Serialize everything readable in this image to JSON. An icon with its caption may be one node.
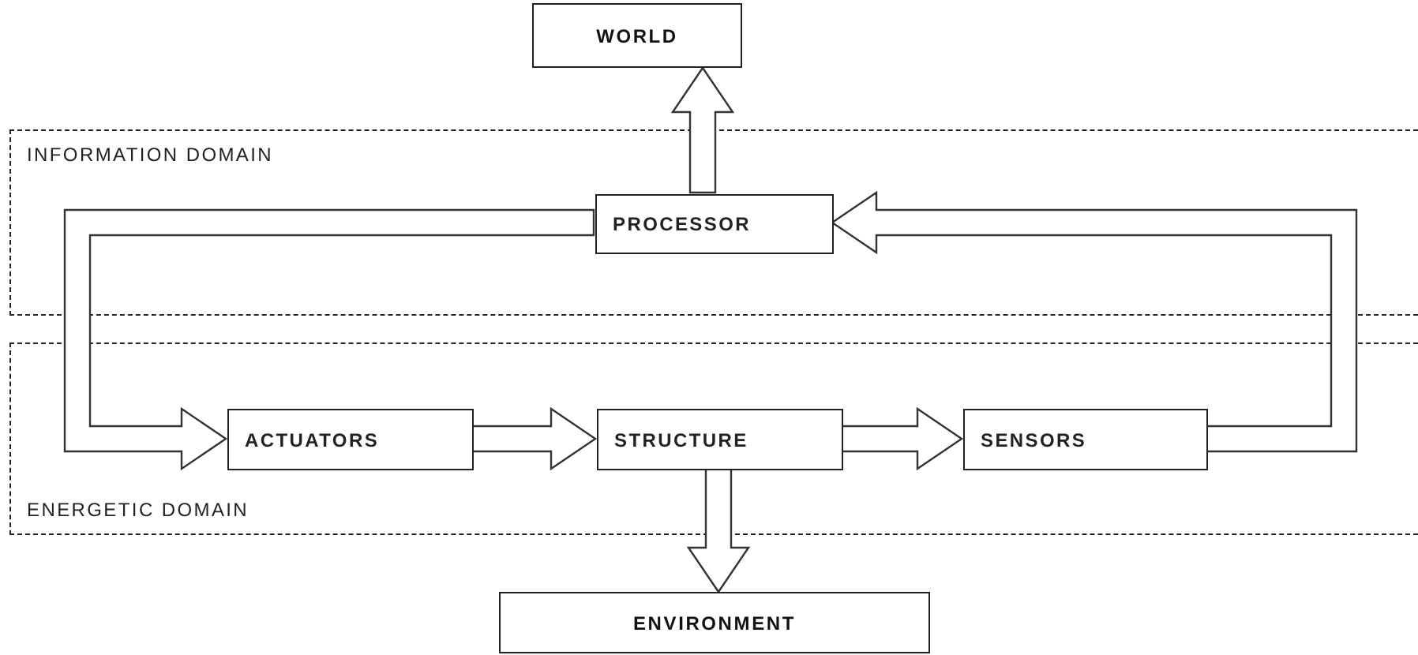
{
  "diagram": {
    "nodes": [
      {
        "text": [
          "WORLD"
        ]
      },
      {
        "text": [
          "INFORMATION DOMAIN"
        ]
      },
      {
        "text": [
          "PROCESSOR"
        ],
        "in": 1
      },
      {
        "text": [
          "ENERGETIC DOMAIN"
        ]
      },
      {
        "text": [
          "ACTUATORS"
        ],
        "in": 3
      },
      {
        "text": [
          "STRUCTURE"
        ],
        "in": 3
      },
      {
        "text": [
          "SENSORS"
        ],
        "in": 3
      },
      {
        "text": [
          "ENVIRONMENT"
        ]
      }
    ],
    "edges": [
      {
        "from": 2,
        "to": 0,
        "arrow": "to"
      },
      {
        "from": 2,
        "to": 4,
        "arrow": "to"
      },
      {
        "from": 4,
        "to": 5,
        "arrow": "to"
      },
      {
        "from": 5,
        "to": 6,
        "arrow": "to"
      },
      {
        "from": 6,
        "to": 2,
        "arrow": "to"
      },
      {
        "from": 5,
        "to": 7,
        "arrow": "to"
      }
    ]
  }
}
